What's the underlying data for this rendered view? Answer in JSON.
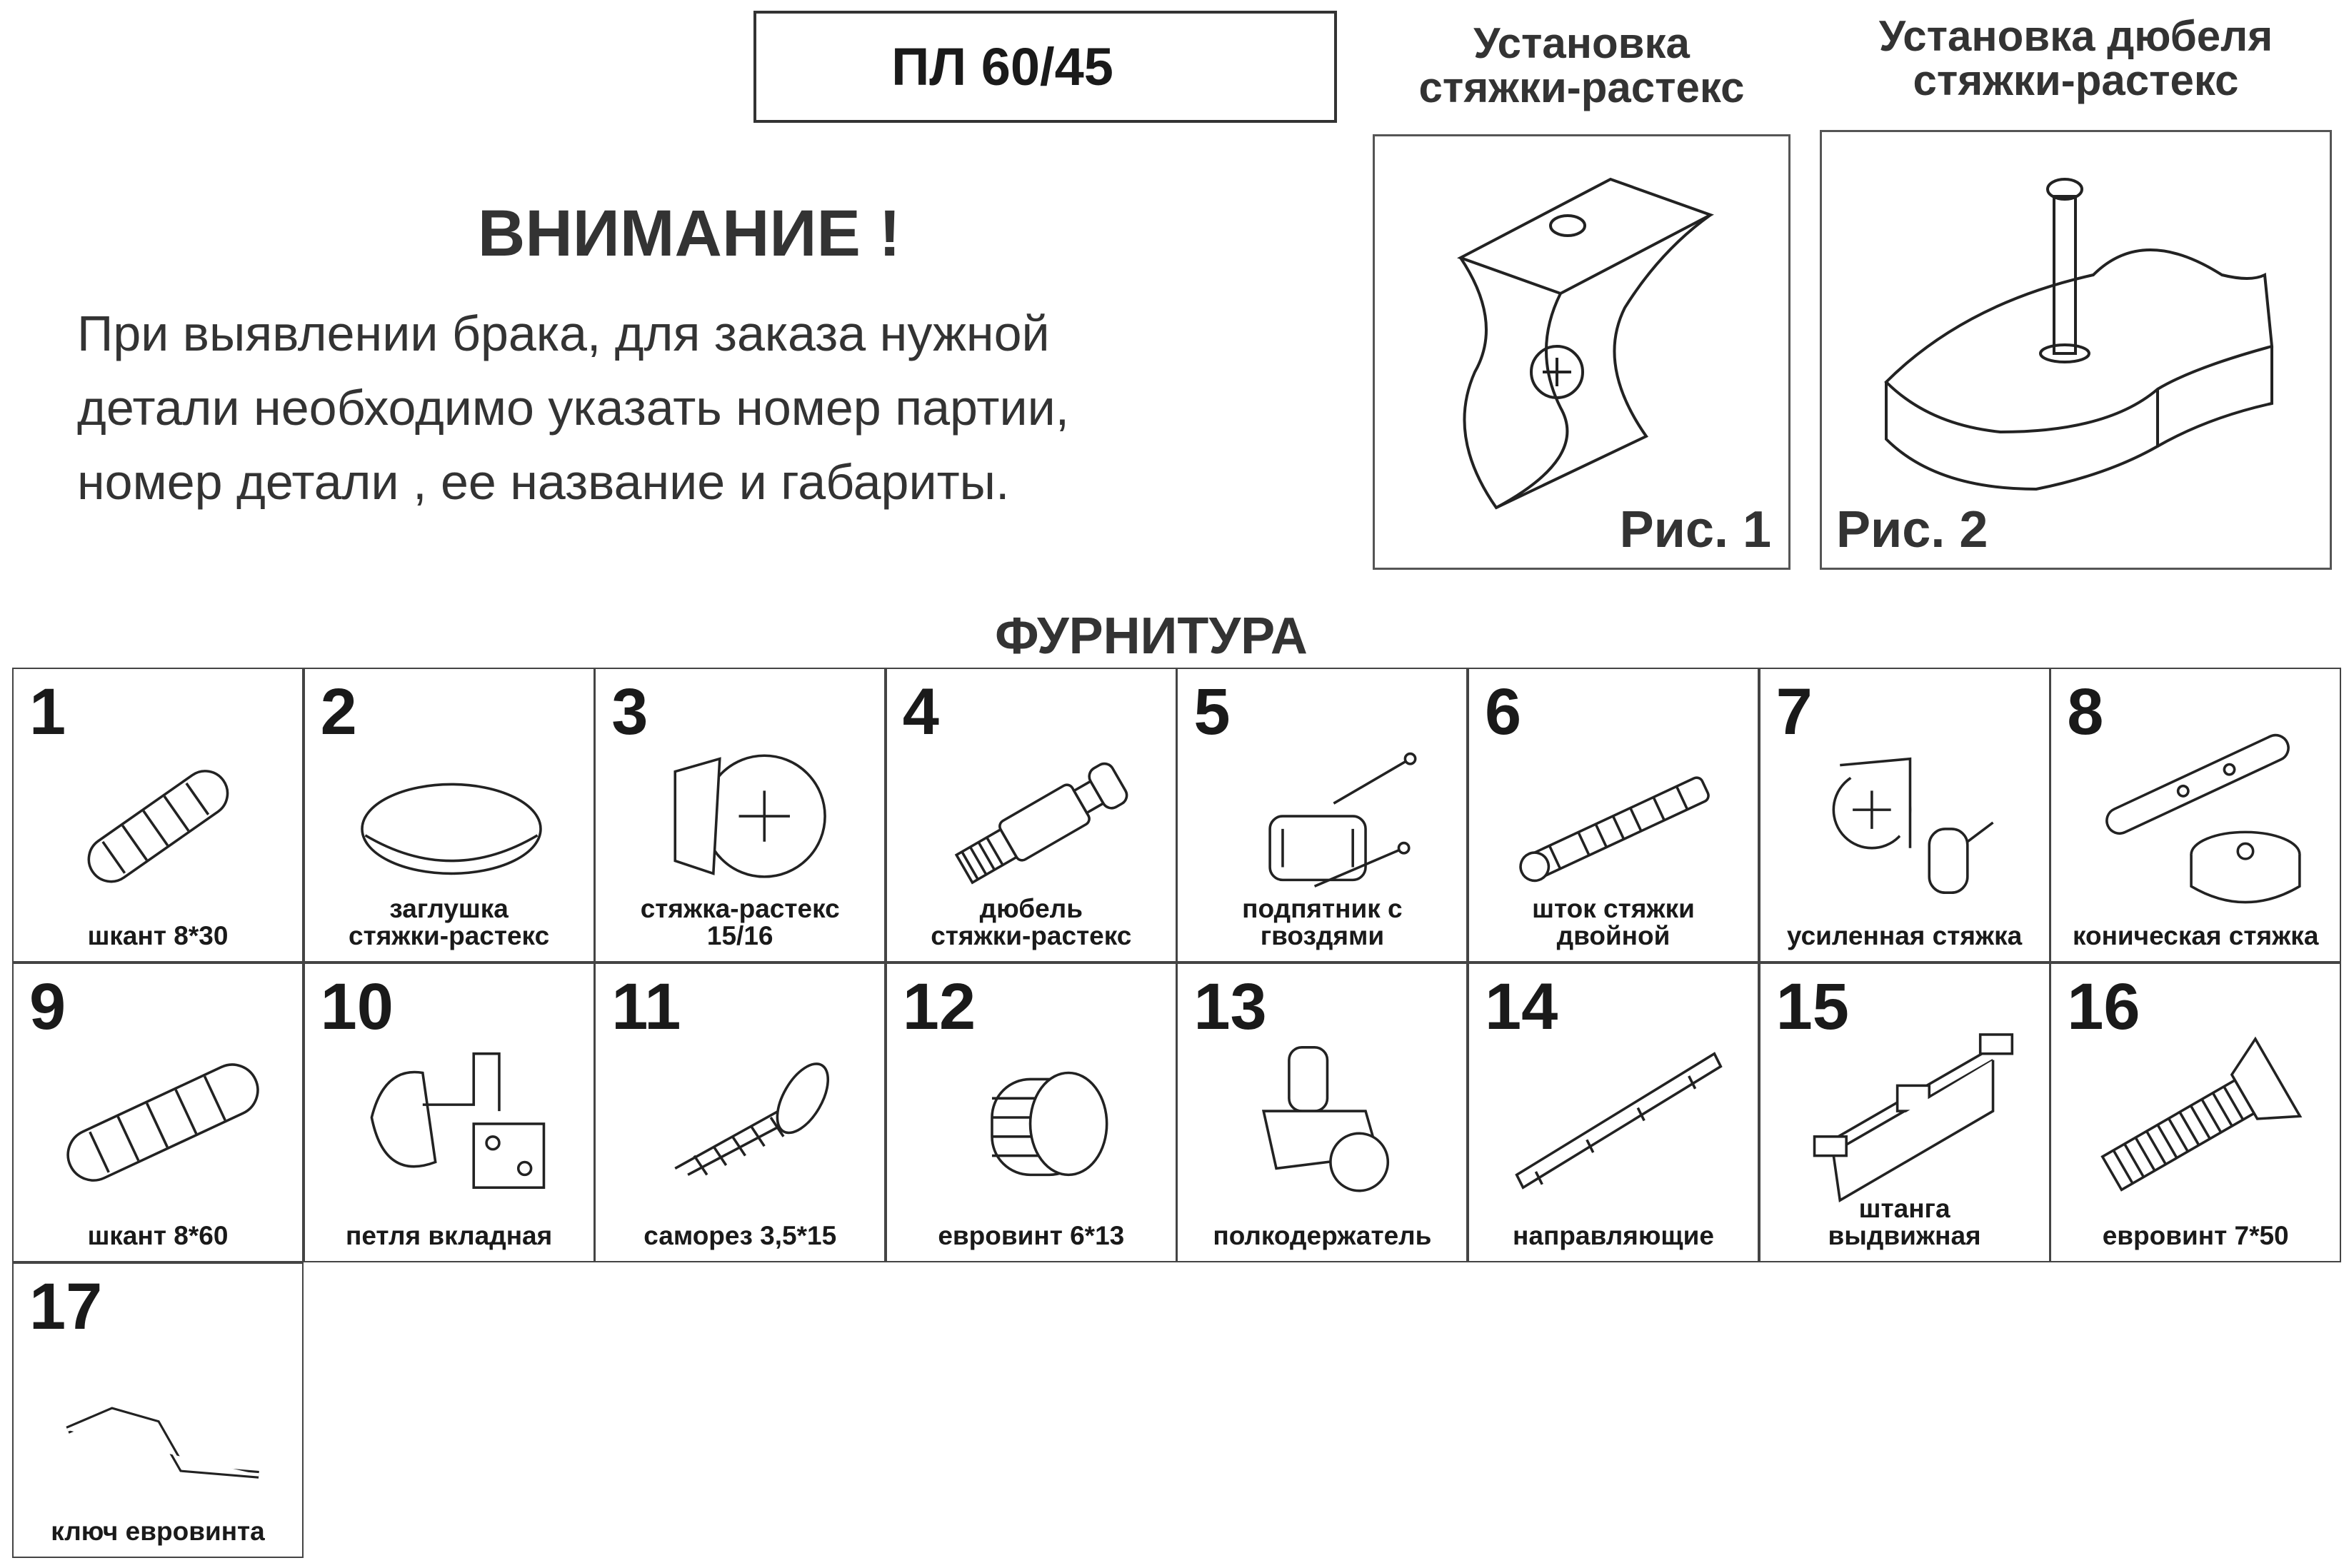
{
  "header": {
    "model": "ПЛ 60/45"
  },
  "attention": {
    "title": "ВНИМАНИЕ !",
    "lines": [
      "При выявлении брака, для заказа нужной",
      "детали необходимо указать номер партии,",
      "номер детали , ее название и габариты."
    ]
  },
  "figures": [
    {
      "caption": "Установка\nстяжки-растекс",
      "label": "Рис. 1"
    },
    {
      "caption": "Установка дюбеля\nстяжки-растекс",
      "label": "Рис. 2"
    }
  ],
  "section_title": "ФУРНИТУРА",
  "items": [
    {
      "num": "1",
      "label": "шкант 8*30",
      "icon": "dowel-icon"
    },
    {
      "num": "2",
      "label": "заглушка\nстяжки-растекс",
      "icon": "cap-icon"
    },
    {
      "num": "3",
      "label": "стяжка-растекс\n15/16",
      "icon": "cam-lock-icon"
    },
    {
      "num": "4",
      "label": "дюбель\nстяжки-растекс",
      "icon": "cam-dowel-icon"
    },
    {
      "num": "5",
      "label": "подпятник с\nгвоздями",
      "icon": "glide-nails-icon"
    },
    {
      "num": "6",
      "label": "шток стяжки\nдвойной",
      "icon": "double-rod-icon"
    },
    {
      "num": "7",
      "label": "усиленная стяжка",
      "icon": "reinforced-tie-icon"
    },
    {
      "num": "8",
      "label": "коническая стяжка",
      "icon": "conical-tie-icon"
    },
    {
      "num": "9",
      "label": "шкант 8*60",
      "icon": "dowel-long-icon"
    },
    {
      "num": "10",
      "label": "петля вкладная",
      "icon": "hinge-icon"
    },
    {
      "num": "11",
      "label": "саморез 3,5*15",
      "icon": "screw-icon"
    },
    {
      "num": "12",
      "label": "евровинт 6*13",
      "icon": "euroscrew-short-icon"
    },
    {
      "num": "13",
      "label": "полкодержатель",
      "icon": "shelf-support-icon"
    },
    {
      "num": "14",
      "label": "направляющие",
      "icon": "drawer-rail-icon"
    },
    {
      "num": "15",
      "label": "штанга\nвыдвижная",
      "icon": "pullout-rod-icon"
    },
    {
      "num": "16",
      "label": "евровинт 7*50",
      "icon": "euroscrew-long-icon"
    },
    {
      "num": "17",
      "label": "ключ евровинта",
      "icon": "hex-key-icon"
    }
  ]
}
